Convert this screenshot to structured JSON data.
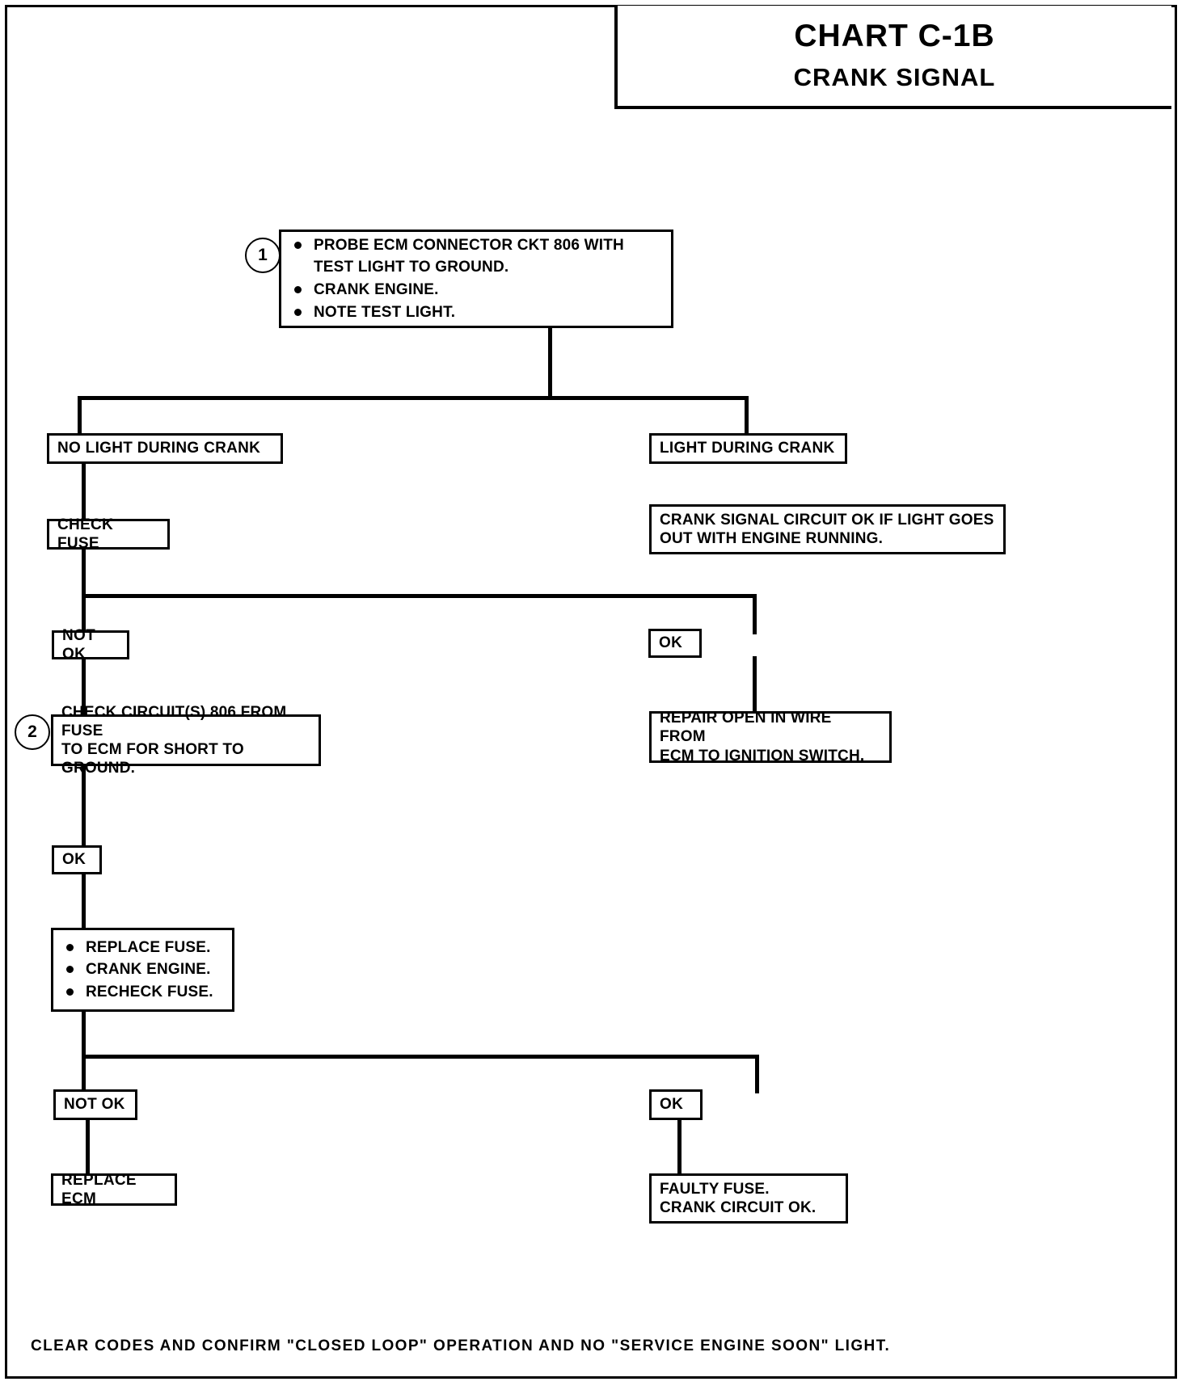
{
  "header": {
    "title": "CHART C-1B",
    "subtitle": "CRANK SIGNAL"
  },
  "steps": {
    "one": "1",
    "two": "2"
  },
  "boxes": {
    "probe": {
      "bullets": [
        "PROBE ECM CONNECTOR CKT 806 WITH\nTEST LIGHT TO GROUND.",
        "CRANK ENGINE.",
        "NOTE TEST LIGHT."
      ]
    },
    "no_light_during_crank": "NO LIGHT DURING CRANK",
    "light_during_crank": "LIGHT DURING CRANK",
    "crank_signal_ok": "CRANK SIGNAL CIRCUIT OK IF LIGHT GOES\nOUT WITH ENGINE RUNNING.",
    "check_fuse": "CHECK FUSE",
    "not_ok_1": "NOT OK",
    "ok_1": "OK",
    "check_circuit_806": "CHECK CIRCUIT(S) 806 FROM FUSE\nTO ECM FOR SHORT TO GROUND.",
    "repair_open_wire": "REPAIR OPEN IN WIRE FROM\nECM TO IGNITION SWITCH.",
    "ok_2": "OK",
    "replace_fuse": {
      "bullets": [
        "REPLACE FUSE.",
        "CRANK ENGINE.",
        "RECHECK FUSE."
      ]
    },
    "not_ok_2": "NOT OK",
    "ok_3": "OK",
    "replace_ecm": "REPLACE ECM",
    "faulty_fuse": "FAULTY FUSE.\nCRANK CIRCUIT OK."
  },
  "footer": "CLEAR CODES AND CONFIRM \"CLOSED LOOP\" OPERATION AND NO \"SERVICE ENGINE SOON\" LIGHT.",
  "colors": {
    "ink": "#000000",
    "paper": "#ffffff"
  }
}
